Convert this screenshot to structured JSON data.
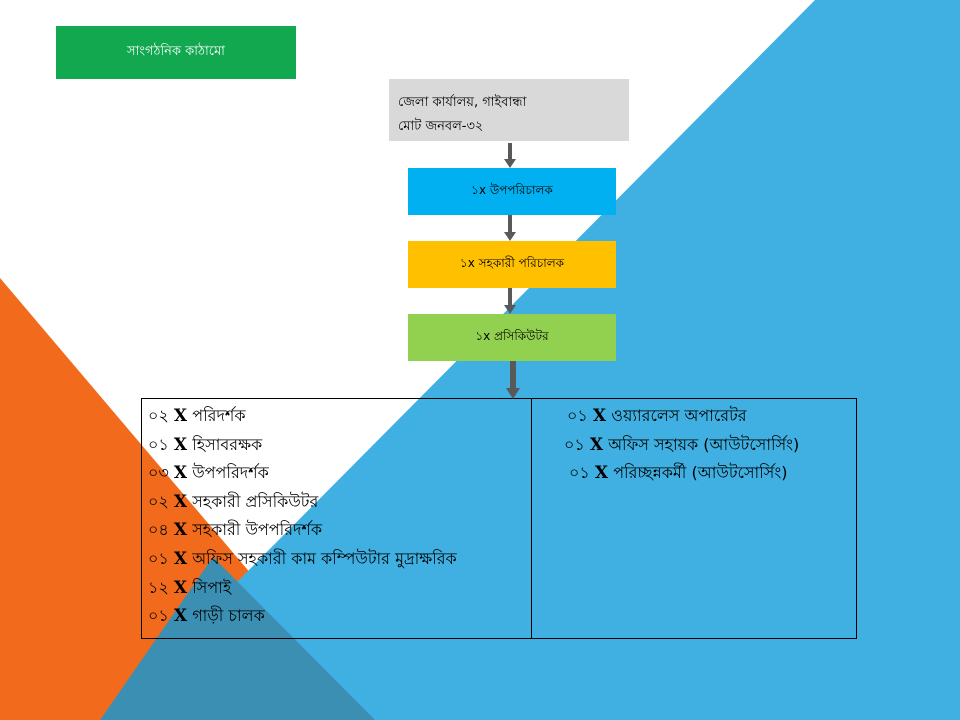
{
  "colors": {
    "background": "#ffffff",
    "orange_triangle": "#f26b1d",
    "blue_triangle": "#3fb0e1",
    "overlap": "#3a8fb3",
    "title_box": "#12a84f",
    "office_box": "#d9d9d9",
    "connector": "#595959",
    "box_border": "#000000"
  },
  "title": "সাংগঠনিক কাঠামো",
  "office": {
    "line1": "জেলা কার্যালয়, গাইবান্ধা",
    "line2": "মোট জনবল-৩২"
  },
  "roles": [
    {
      "label": "১x উপপরিচালক",
      "color": "#00b0f0",
      "text_color": "#000000"
    },
    {
      "label": "১x সহকারী পরিচালক",
      "color": "#ffc000",
      "text_color": "#000000"
    },
    {
      "label": "১x প্রসিকিউটর",
      "color": "#92d050",
      "text_color": "#000000"
    }
  ],
  "staff": {
    "left": [
      {
        "count": "০২",
        "x": "X",
        "role": "পরিদর্শক"
      },
      {
        "count": "০১",
        "x": "X",
        "role": "হিসাবরক্ষক"
      },
      {
        "count": "০৩",
        "x": "X",
        "role": "উপপরিদর্শক"
      },
      {
        "count": "০২",
        "x": "X",
        "role": "সহকারী প্রসিকিউটর"
      },
      {
        "count": "০৪",
        "x": "X",
        "role": "সহকারী উপপরিদর্শক"
      },
      {
        "count": "০১",
        "x": "X",
        "role": "অফিস সহকারী কাম কম্পিউটার মুদ্রাক্ষরিক"
      },
      {
        "count": "১২",
        "x": "X",
        "role": "সিপাই"
      },
      {
        "count": "০১",
        "x": "X",
        "role": "গাড়ী চালক"
      }
    ],
    "right": [
      {
        "count": "০১",
        "x": "X",
        "role": "ওয়্যারলেস অপারেটর"
      },
      {
        "count": "০১",
        "x": "X",
        "role": "অফিস সহায়ক (আউটসোর্সিং)"
      },
      {
        "count": "০১",
        "x": "X",
        "role": "পরিচ্ছন্নকর্মী (আউটসোর্সিং)"
      }
    ]
  }
}
